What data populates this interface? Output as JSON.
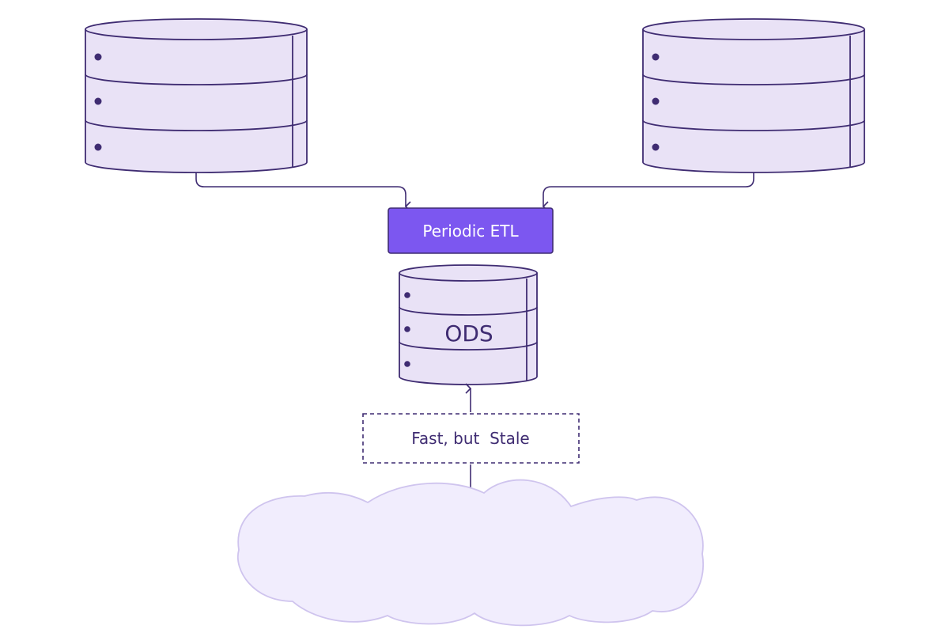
{
  "etl": {
    "label": "Periodic ETL"
  },
  "ods": {
    "label": "ODS"
  },
  "note": {
    "label": "Fast, but  Stale"
  },
  "colors": {
    "stroke": "#3f2c72",
    "db_fill": "#e9e2f6",
    "etl_fill": "#7c57f0",
    "etl_text": "#ffffff",
    "cloud_fill": "#f1edfd",
    "cloud_stroke": "#cfc4ee"
  }
}
